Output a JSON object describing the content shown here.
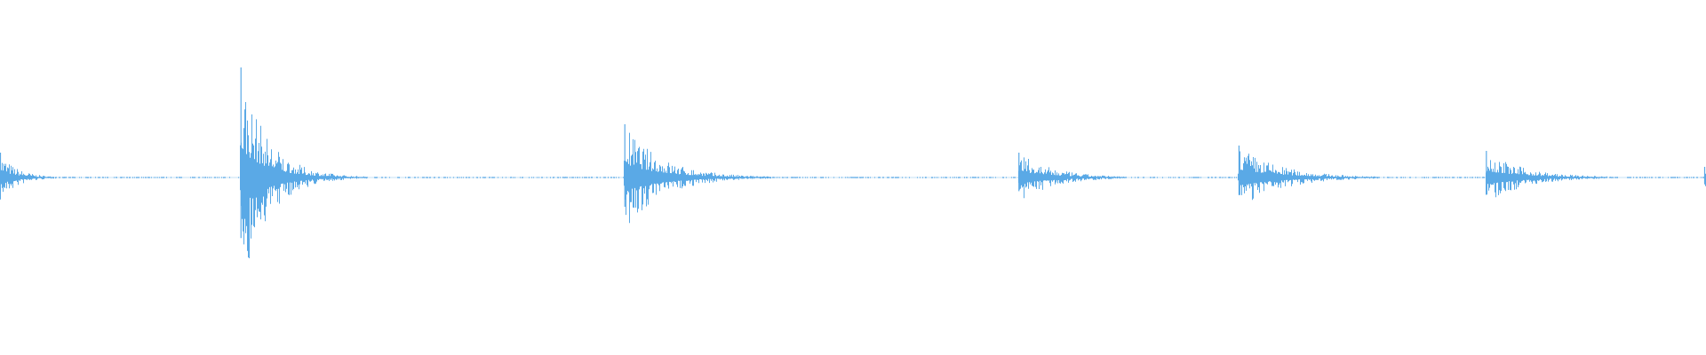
{
  "waveform": {
    "color": "#5aa9e6",
    "background": "#ffffff",
    "baseline_amplitude": 0.004,
    "noise_floor": 0.006,
    "events": [
      {
        "position": 0.0,
        "amplitude": 0.14,
        "decay": 0.01
      },
      {
        "position": 0.141,
        "amplitude": 0.62,
        "decay": 0.016
      },
      {
        "position": 0.366,
        "amplitude": 0.3,
        "decay": 0.022
      },
      {
        "position": 0.597,
        "amplitude": 0.14,
        "decay": 0.02
      },
      {
        "position": 0.726,
        "amplitude": 0.18,
        "decay": 0.024
      },
      {
        "position": 0.871,
        "amplitude": 0.15,
        "decay": 0.022
      },
      {
        "position": 0.999,
        "amplitude": 0.06,
        "decay": 0.004
      }
    ]
  }
}
